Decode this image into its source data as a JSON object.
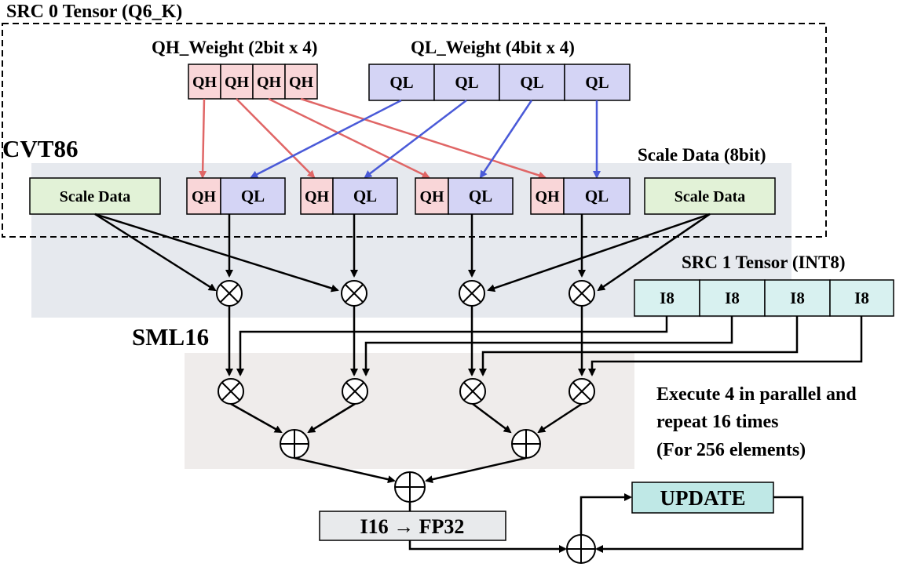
{
  "src0_title": "SRC 0 Tensor (Q6_K)",
  "qh_weight_title": "QH_Weight (2bit x 4)",
  "ql_weight_title": "QL_Weight (4bit x 4)",
  "qh_label": "QH",
  "ql_label": "QL",
  "cvt_label": "CVT86",
  "scale_data_title": "Scale Data (8bit)",
  "scale_data_label": "Scale Data",
  "src1_title": "SRC 1 Tensor (INT8)",
  "i8_label": "I8",
  "sml_label": "SML16",
  "note_line1": "Execute 4 in parallel and",
  "note_line2": "repeat 16 times",
  "note_line3": "(For 256 elements)",
  "convert_label": "I16 → FP32",
  "update_label": "UPDATE",
  "colors": {
    "qh_fill": "#f9d6d8",
    "ql_fill": "#d4d4f5",
    "scale_fill": "#e2f2d7",
    "i8_fill": "#d8f1f0",
    "update_fill": "#bfe8e6",
    "convert_fill": "#e8eaec",
    "cvt_region": "#e6e9ee",
    "sml_region": "#efeceb",
    "red_arrow": "#e06666",
    "blue_arrow": "#4a5ad8"
  }
}
